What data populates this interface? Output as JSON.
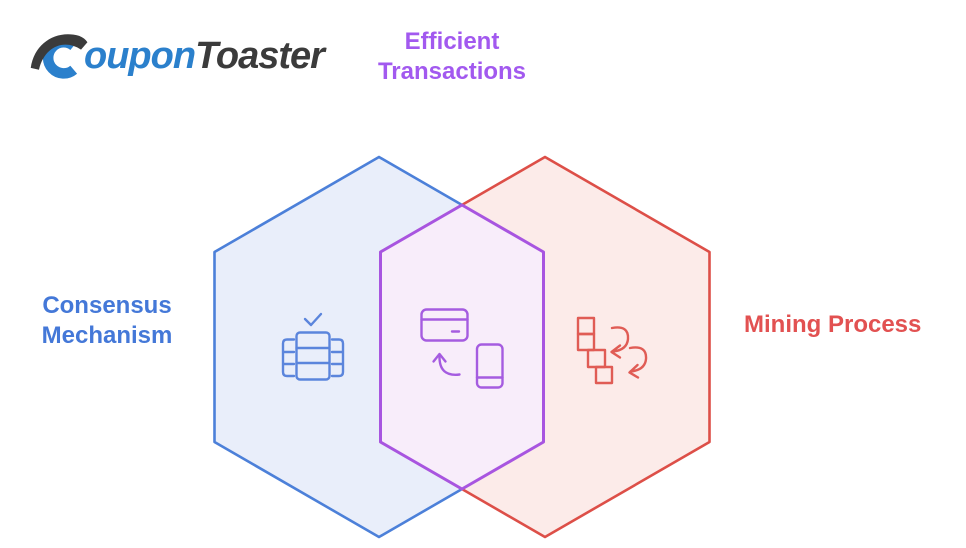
{
  "logo": {
    "initial": "C",
    "part_blue": "oupon",
    "part_dark": "Toaster"
  },
  "diagram": {
    "type": "venn-hexagons",
    "regions": [
      {
        "id": "left",
        "label": "Consensus Mechanism",
        "icon": "ledger-verified-icon",
        "color": "#4c80d9"
      },
      {
        "id": "overlap",
        "label": "Efficient Transactions",
        "icon": "card-phone-payment-icon",
        "color": "#a855e0"
      },
      {
        "id": "right",
        "label": "Mining Process",
        "icon": "blockchain-cycle-icon",
        "color": "#dd4f48"
      }
    ]
  },
  "colors": {
    "blue_stroke": "#4c80d9",
    "blue_fill": "#e9eefa",
    "blue_text": "#4478d8",
    "blue_icon": "#5b85dc",
    "red_stroke": "#dd4f48",
    "red_fill": "#fcebe9",
    "red_text": "#e25151",
    "red_icon": "#e05c55",
    "purple_stroke": "#a855e0",
    "purple_fill": "#f8edfa",
    "purple_text": "#a259ef",
    "purple_icon": "#a55ce0",
    "logo_blue": "#2b80cc",
    "logo_dark": "#3b3b3b"
  }
}
